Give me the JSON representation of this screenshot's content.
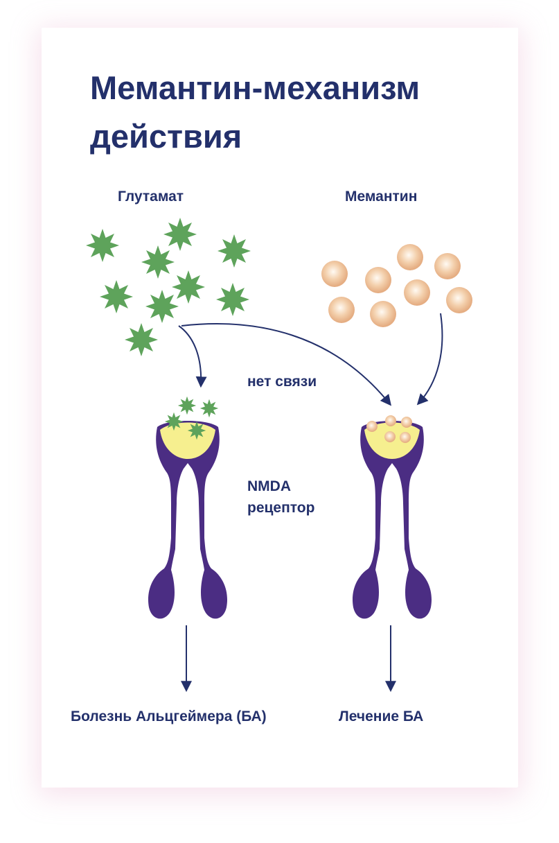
{
  "title": "Мемантин-механизм действия",
  "labels": {
    "glutamate": "Глутамат",
    "memantine": "Мемантин",
    "no_binding": "нет связи",
    "nmda_line1": "NMDA",
    "nmda_line2": "рецептор",
    "outcome_left": "Болезнь Альцгеймера (БА)",
    "outcome_right": "Лечение БА"
  },
  "colors": {
    "title": "#23306b",
    "glutamate": "#5ea35b",
    "memantine": "#f0c9a4",
    "receptor": "#4b2d83",
    "binding_site": "#f6ef8f",
    "arrow": "#23306b"
  }
}
